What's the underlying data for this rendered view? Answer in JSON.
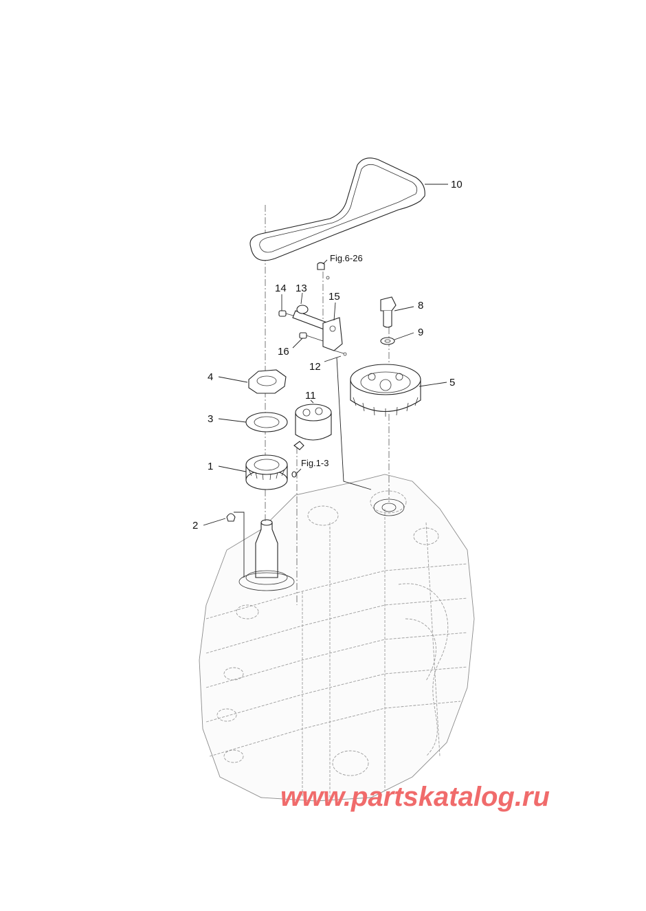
{
  "callouts": [
    {
      "id": "1",
      "label": "1"
    },
    {
      "id": "2",
      "label": "2"
    },
    {
      "id": "3",
      "label": "3"
    },
    {
      "id": "4",
      "label": "4"
    },
    {
      "id": "5",
      "label": "5"
    },
    {
      "id": "8",
      "label": "8"
    },
    {
      "id": "9",
      "label": "9"
    },
    {
      "id": "10",
      "label": "10"
    },
    {
      "id": "11",
      "label": "11"
    },
    {
      "id": "12",
      "label": "12"
    },
    {
      "id": "13",
      "label": "13"
    },
    {
      "id": "14",
      "label": "14"
    },
    {
      "id": "15",
      "label": "15"
    },
    {
      "id": "16",
      "label": "16"
    }
  ],
  "references": {
    "fig_6_26": "Fig.6-26",
    "fig_1_3": "Fig.1-3"
  },
  "watermark": "www.partskatalog.ru",
  "colors": {
    "line": "#222222",
    "ghost": "#9a9a9a",
    "watermark": "#f06b6b"
  }
}
